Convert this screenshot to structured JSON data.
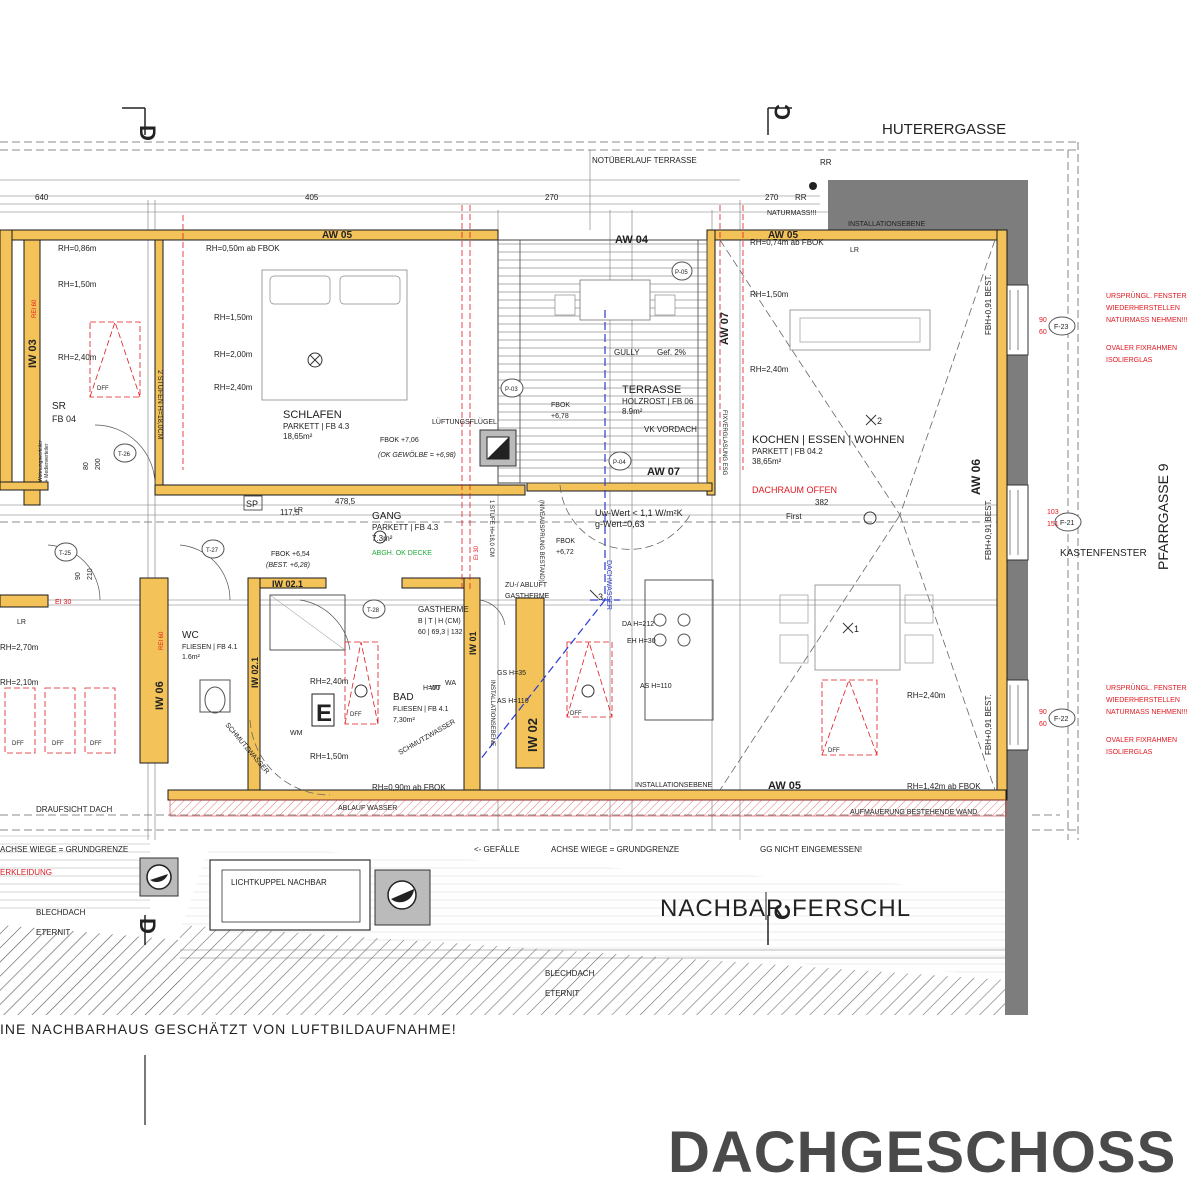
{
  "title": "DACHGESCHOSS",
  "streets": {
    "north": "HUTERERGASSE",
    "east": "PFARRGASSE 9",
    "neighbor": "NACHBAR FERSCHL"
  },
  "section_marks": {
    "d": "D",
    "c": "C"
  },
  "footnote": "INE NACHBARHAUS GESCHÄTZT VON LUFTBILDAUFNAHME!",
  "walls": {
    "aw05_left": "AW 05",
    "aw05_right": "AW 05",
    "aw05_bottom": "AW 05",
    "aw04": "AW 04",
    "aw07": "AW 07",
    "aw07_bottom": "AW 07",
    "aw06": "AW 06",
    "iw03": "IW 03",
    "iw06": "IW 06",
    "iw021_top": "IW 02.1",
    "iw021_side": "IW 02.1",
    "iw01": "IW 01",
    "iw02": "IW 02"
  },
  "rooms": {
    "schlafen": {
      "name": "SCHLAFEN",
      "floor": "PARKETT | FB 4.3",
      "area": "18,65m²"
    },
    "terrasse": {
      "name": "TERRASSE",
      "floor": "HOLZROST | FB 06",
      "area": "8.9m²"
    },
    "kochen": {
      "name": "KOCHEN | ESSEN | WOHNEN",
      "floor": "PARKETT | FB 04.2",
      "area": "38,65m²"
    },
    "gang": {
      "name": "GANG",
      "floor": "PARKETT | FB 4.3",
      "area": "7.3m²"
    },
    "wc": {
      "name": "WC",
      "floor": "FLIESEN | FB 4.1",
      "area": "1.6m²"
    },
    "bad": {
      "name": "BAD",
      "floor": "FLIESEN | FB 4.1",
      "area": "7,30m²"
    },
    "sr": {
      "name": "SR",
      "floor": "FB 04"
    }
  },
  "notes": {
    "notueberlauf": "NOTÜBERLAUF TERRASSE",
    "naturmass": "NATURMASS!!!",
    "installationsebene_top": "INSTALLATIONSEBENE",
    "installationsebene_bottom": "INSTALLATIONSEBENE",
    "rh086": "RH=0,86m",
    "rh150_left": "RH=1,50m",
    "rh240_left": "RH=2,40m",
    "rh050": "RH=0,50m ab FBOK",
    "rh150_schlafen": "RH=1,50m",
    "rh200": "RH=2,00m",
    "rh240_schlafen": "RH=2,40m",
    "rh074": "RH=0,74m ab FBOK",
    "rh150_kochen": "RH=1,50m",
    "rh240_kochen": "RH=2,40m",
    "rh240_right": "RH=2,40m",
    "rh142": "RH=1,42m ab FBOK",
    "rh240_bad": "RH=2,40m",
    "rh150_bad": "RH=1,50m",
    "rh090": "RH=0,90m ab FBOK",
    "dachraum": "DACHRAUM OFFEN",
    "gully": "GULLY",
    "gefaelle2": "Gef. 2%",
    "vk_vordach": "VK VORDACH",
    "lueftungsfluegel": "LÜFTUNGSFLÜGEL",
    "fbok1": "FBOK +7,06",
    "gewoelbe": "(OK GEWÖLBE = +6,98)",
    "fbok2": "FBOK +6,54",
    "best": "(BEST. +6,28)",
    "fbok3": "FBOK",
    "fbok3b": "+6,78",
    "fbok4": "FBOK",
    "fbok4b": "+6,72",
    "uwert": "Uw-Wert < 1,1 W/m²K",
    "gwert": "g-Wert=0,63",
    "first": "First",
    "abgh": "ABGH. OK DECKE",
    "gastherme": "GASTHERME",
    "gastherme_dim": "B | T | H (CM)",
    "gastherme_vals": "60 | 69,3 | 132",
    "zuabluft": "ZU-/ ABLUFT",
    "gastherme2": "GASTHERME",
    "dachwasser": "DACHWASSER",
    "schmutzwasser": "SCHMUTZWASSER",
    "schmutzwasser2": "SCHMUTZWASSER",
    "abl_wasser": "ABLAUF WASSER",
    "draufsicht": "DRAUFSICHT DACH",
    "achse_left": "ACHSE WIEGE = GRUNDGRENZE",
    "achse_mid": "ACHSE WIEGE = GRUNDGRENZE",
    "gefaelle": "<- GEFÄLLE",
    "gg": "GG NICHT EINGEMESSEN!",
    "aufmauerung": "AUFMAUERUNG BESTEHENDE WAND",
    "lichtkuppel": "LICHTKUPPEL NACHBAR",
    "blechdach1": "BLECHDACH",
    "eternit1": "ETERNIT",
    "blechdach2": "BLECHDACH",
    "eternit2": "ETERNIT",
    "verkleidung": "ERKLEIDUNG",
    "kastenfenster": "KASTENFENSTER",
    "fbh1": "FBH+0,91  BEST.",
    "fbh2": "FBH+0,91  BEST.",
    "fbh3": "FBH+0,91  BEST.",
    "ursp1": "URSPRÜNGL. FENSTER",
    "ursp1b": "WIEDERHERSTELLEN",
    "ursp1c": "NATURMASS NEHMEN!!!",
    "ursp1d": "OVALER FIXRAHMEN",
    "ursp1e": "ISOLIERGLAS",
    "ursp2": "URSPRÜNGL. FENSTER",
    "ursp2b": "WIEDERHERSTELLEN",
    "ursp2c": "NATURMASS NEHMEN!!!",
    "ursp2d": "OVALER FIXRAHMEN",
    "ursp2e": "ISOLIERGLAS",
    "f23": "F-23",
    "f21": "F-21",
    "f22": "F-22",
    "p03": "P-03",
    "p04": "P-04",
    "p05": "P-05",
    "t26": "T-26",
    "t25": "T-25",
    "t27": "T-27",
    "t28": "T-28",
    "e_mark": "E",
    "dff1": "DFF",
    "dff2": "DFF",
    "dff3": "DFF",
    "dff4": "DFF",
    "dff5": "DFF",
    "dff6": "DFF",
    "dff7": "DFF",
    "wm": "WM",
    "rr1": "RR",
    "rr2": "RR",
    "lr1": "LR",
    "lr2": "LR",
    "lr3": "LR",
    "sp": "SP",
    "x1": "1",
    "x2": "2",
    "x3": "3",
    "dim_640": "640",
    "dim_405": "405",
    "dim_270": "270",
    "dim_270b": "270",
    "dim_382": "382",
    "dim_4785": "478,5",
    "dim_1175": "117,5",
    "sr_rh": "RH=2,70m",
    "sr_rh2": "RH=2,10m",
    "stufen": "2 STUFEN H=18,0CM",
    "stufe1": "1 STUFE H=18,0 CM",
    "niveau": "(NIVEAUSPRUNG BESTAND)",
    "wt": "WT",
    "wa": "WA",
    "h70": "H=70",
    "gs": "GS  H=35",
    "as": "AS  H=110",
    "as2": "AS  H=110",
    "da": "DA  H=212",
    "eh": "EH  H=30",
    "wohnverteiler": "Wohnungsverteiler",
    "medien": "+ Medienverteiler",
    "ei30": "EI 30",
    "ei30b": "EI 30",
    "rei60a": "REI 60",
    "rei60b": "REI 60",
    "installation_side": "INSTALLATIONSEBENE",
    "installation_side2": "INSTALLATIONSEBENE",
    "fix": "FIXVERGLASUNG ESG",
    "d80": "80",
    "d200": "200",
    "d90": "90",
    "d210": "210",
    "d60": "60",
    "d103": "103",
    "d151": "151",
    "d9060a": "90",
    "d9060b": "60",
    "d9060c": "90",
    "d9060d": "60"
  }
}
